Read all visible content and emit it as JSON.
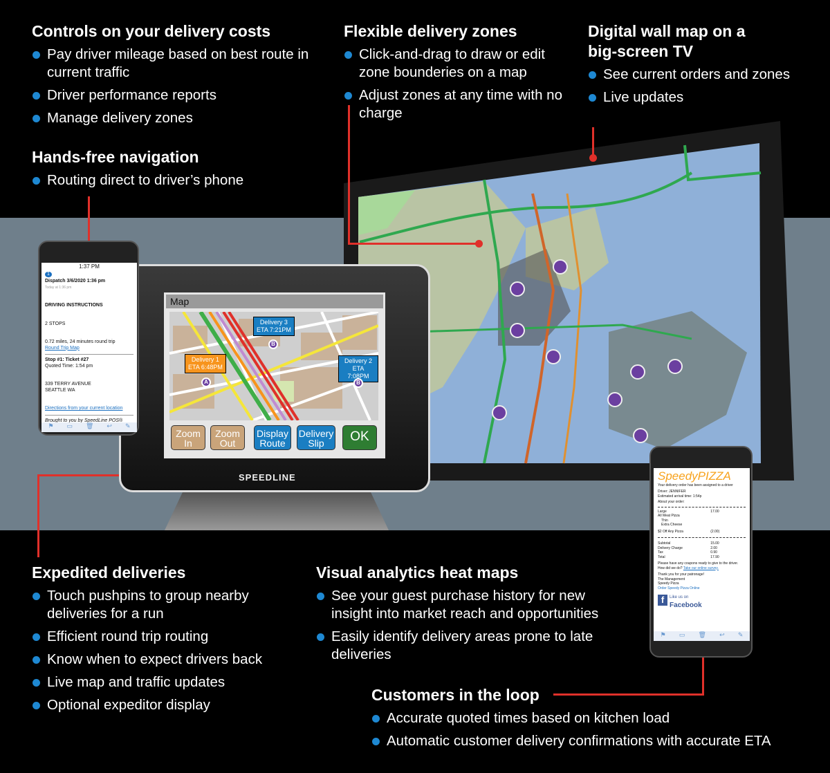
{
  "sections": {
    "costs": {
      "title": "Controls on your delivery costs",
      "bullets": [
        "Pay driver mileage based on best route in current traffic",
        "Driver performance reports",
        "Manage delivery zones"
      ]
    },
    "hands_free": {
      "title": "Hands-free navigation",
      "bullets": [
        "Routing direct to driver’s phone"
      ]
    },
    "zones": {
      "title": "Flexible delivery zones",
      "bullets": [
        "Click-and-drag to draw or edit zone bounderies on a map",
        "Adjust zones at any time with no charge"
      ]
    },
    "wall_map": {
      "title_line1": "Digital wall map on a",
      "title_line2": "big-screen TV",
      "bullets": [
        "See current orders and zones",
        "Live updates"
      ]
    },
    "expedited": {
      "title": "Expedited deliveries",
      "bullets": [
        "Touch pushpins to group nearby deliveries for a run",
        "Efficient round trip routing",
        "Know when to expect drivers back",
        "Live map and traffic updates",
        "Optional expeditor display"
      ]
    },
    "analytics": {
      "title": "Visual analytics heat maps",
      "bullets": [
        "See your guest purchase history for new insight into market reach and opportunities",
        "Easily identify delivery areas prone to late deliveries"
      ]
    },
    "customers": {
      "title": "Customers in the loop",
      "bullets": [
        "Accurate quoted times based on kitchen load",
        "Automatic customer delivery confirmations with accurate ETA"
      ]
    }
  },
  "tablet": {
    "screen_title": "Map",
    "brand": "SPEEDLINE",
    "deliveries": [
      {
        "label": "Delivery 1",
        "eta": "ETA 6:48PM",
        "pin": "A"
      },
      {
        "label": "Delivery 3",
        "eta": "ETA 7:21PM",
        "pin": "B"
      },
      {
        "label": "Delivery 2",
        "eta": "ETA 7:08PM",
        "pin": "B"
      }
    ],
    "buttons": [
      {
        "l1": "Zoom",
        "l2": "In"
      },
      {
        "l1": "Zoom",
        "l2": "Out"
      },
      {
        "l1": "Display",
        "l2": "Route"
      },
      {
        "l1": "Delivery",
        "l2": "Slip"
      },
      {
        "l1": "OK"
      }
    ],
    "colors": {
      "tan": "#c9a47a",
      "blue": "#1a7ec2",
      "green": "#2e7d32",
      "orange": "#f7941d"
    }
  },
  "driver_phone": {
    "time": "1:37 PM",
    "badge": "1",
    "subject": "Dispatch 3/6/2020 1:36 pm",
    "received": "Today at 1:36 pm",
    "heading": "DRIVING INSTRUCTIONS",
    "stops": "2 STOPS",
    "distance": "0.72 miles, 24 minutes round trip",
    "map_link": "Round Trip Map",
    "stop": "Stop #1: Ticket #27",
    "quoted": "Quoted Time: 1:54 pm",
    "address1": "339 TERRY AVENUE",
    "address2": "SEATTLE WA",
    "directions_link": "Directions from your current location",
    "footer": "Brought to you by SpeedLine POS®"
  },
  "customer_phone": {
    "logo": "SpeedyPIZZA",
    "intro": "Your delivery order has been assigned to a driver",
    "driver": "Driver: JENNIFER",
    "eta": "Estimated arrival time: 1:54p",
    "about": "About your order:",
    "items": [
      {
        "name": "Large",
        "price": "17.00"
      },
      {
        "name": "All Meat Pizza",
        "price": ""
      },
      {
        "name": "  Thin",
        "price": ""
      },
      {
        "name": "  Extra Cheese",
        "price": ""
      },
      {
        "name": "$2 Off Any Pizza",
        "price": "(2.00)"
      }
    ],
    "totals": [
      {
        "name": "Subtotal",
        "price": "15.00"
      },
      {
        "name": "Delivery Charge",
        "price": "2.00"
      },
      {
        "name": "Tax",
        "price": "0.90"
      },
      {
        "name": "Total",
        "price": "17.90"
      }
    ],
    "coupons": "Please have any coupons ready to give to the driver.",
    "survey_q": "How did we do?",
    "survey_link": "Take our online survey.",
    "thanks": "Thank you for your patronage!",
    "mgmt": "The Management",
    "store": "Speedy Pizza",
    "order_link": "Order Speedy Pizza Online",
    "fb_like": "Like us on",
    "fb": "Facebook"
  },
  "colors": {
    "accent_bullet": "#1e88d2",
    "connector": "#e0302a",
    "map_water": "#8fb0d8",
    "map_land": "#b9c4a4",
    "zone": "#555555",
    "pin": "#6b3fa0"
  }
}
